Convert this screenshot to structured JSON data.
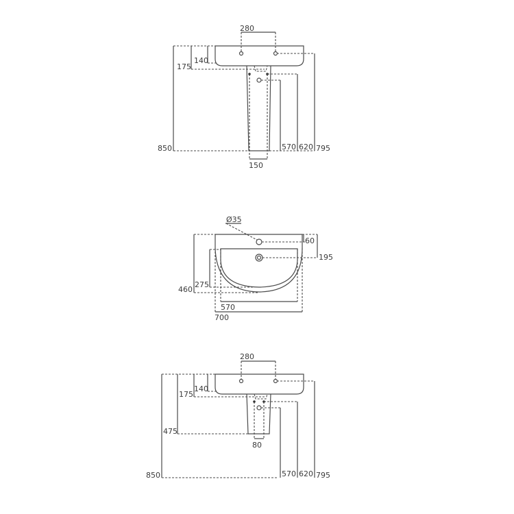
{
  "views": {
    "pedestal_front": {
      "tap_spacing": "280",
      "rim_thickness": "140",
      "basin_depth": "175",
      "pedestal_width": "150",
      "waste_height": "570",
      "supply_height": "620",
      "rim_height": "795",
      "fixing_height": "850"
    },
    "plan": {
      "tap_hole_diameter": "Ø35",
      "tap_hole_offset": "60",
      "waste_offset": "195",
      "bowl_depth": "275",
      "overall_depth": "460",
      "bowl_width": "570",
      "overall_width": "700"
    },
    "semi_pedestal_front": {
      "tap_spacing": "280",
      "rim_thickness": "140",
      "basin_depth": "175",
      "semi_pedestal_height": "475",
      "semi_pedestal_width": "80",
      "waste_height": "570",
      "supply_height": "620",
      "rim_height": "795",
      "fixing_height": "850"
    }
  }
}
